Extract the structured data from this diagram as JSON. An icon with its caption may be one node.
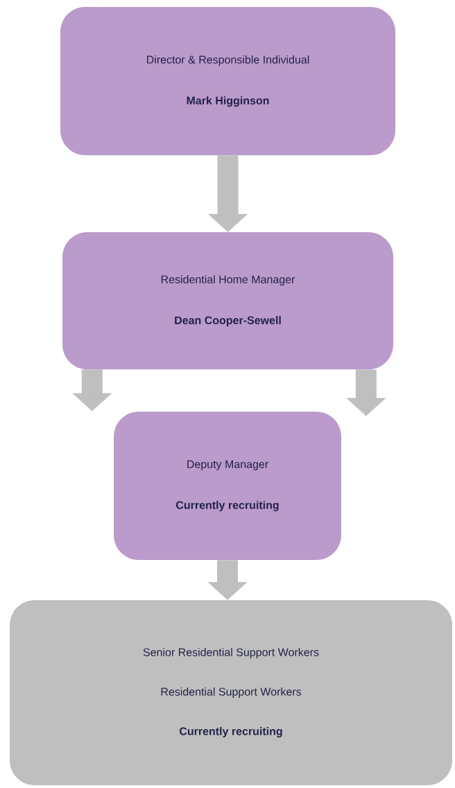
{
  "diagram": {
    "nodes": [
      {
        "text": [
          "Director & Responsible Individual",
          "Mark Higginson"
        ]
      },
      {
        "text": [
          "Residential Home Manager",
          "Dean Cooper-Sewell"
        ]
      },
      {
        "text": [
          "Deputy Manager",
          "Currently recruiting"
        ]
      },
      {
        "text": [
          "Senior Residential Support Workers",
          "Residential Support Workers",
          "Currently recruiting"
        ]
      }
    ],
    "edges": [
      {
        "from": 0,
        "to": 1,
        "arrow": "to"
      },
      {
        "from": 1,
        "to": null,
        "arrow": "to"
      },
      {
        "from": 1,
        "to": null,
        "arrow": "to"
      },
      {
        "from": 2,
        "to": 3,
        "arrow": "to"
      }
    ]
  }
}
